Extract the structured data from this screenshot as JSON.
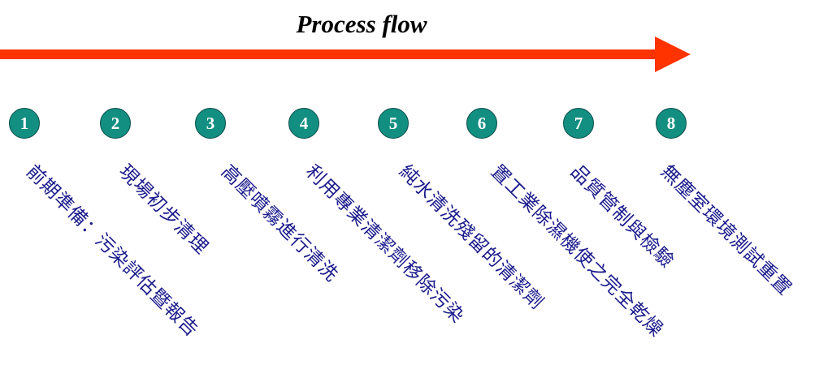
{
  "title": "Process flow",
  "arrow_color": "#ff3300",
  "circle_color": "#138f82",
  "label_color": "#1a1a8c",
  "steps": [
    {
      "number": "1",
      "label": "前期準備：污染評估暨報告"
    },
    {
      "number": "2",
      "label": "現場初步清理"
    },
    {
      "number": "3",
      "label": "高壓噴霧進行清洗"
    },
    {
      "number": "4",
      "label": "利用專業清潔劑移除污染"
    },
    {
      "number": "5",
      "label": "純水清洗殘留的清潔劑"
    },
    {
      "number": "6",
      "label": "置工業除濕機使之完全乾燥"
    },
    {
      "number": "7",
      "label": "品質管制與檢驗"
    },
    {
      "number": "8",
      "label": "無塵室環境測試重置"
    }
  ]
}
